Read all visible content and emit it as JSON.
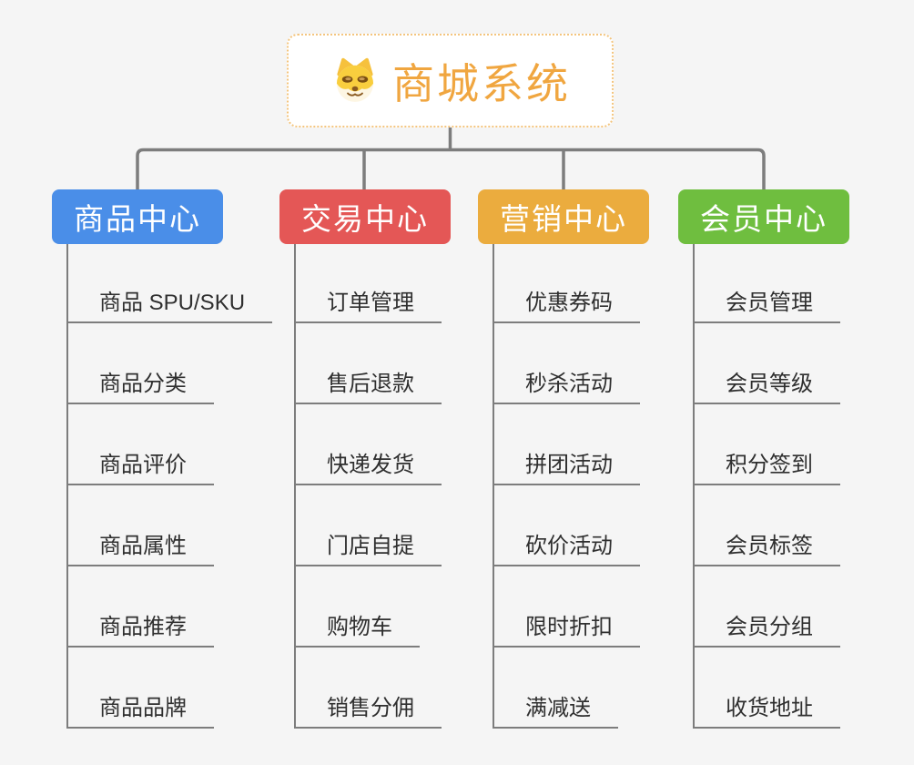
{
  "root": {
    "label": "商城系统",
    "icon": "shiba-dog-icon",
    "text_color": "#F0A640",
    "border_color": "#F4C57E",
    "background": "#FFFFFF"
  },
  "canvas": {
    "background": "#F5F5F5",
    "connector_color": "#7D7D7D",
    "leaf_text_color": "#2F2F2F"
  },
  "branches": [
    {
      "label": "商品中心",
      "color": "#4A8EE8",
      "items": [
        "商品 SPU/SKU",
        "商品分类",
        "商品评价",
        "商品属性",
        "商品推荐",
        "商品品牌"
      ]
    },
    {
      "label": "交易中心",
      "color": "#E45756",
      "items": [
        "订单管理",
        "售后退款",
        "快递发货",
        "门店自提",
        "购物车",
        "销售分佣"
      ]
    },
    {
      "label": "营销中心",
      "color": "#EBAC3E",
      "items": [
        "优惠券码",
        "秒杀活动",
        "拼团活动",
        "砍价活动",
        "限时折扣",
        "满减送"
      ]
    },
    {
      "label": "会员中心",
      "color": "#6FBE3F",
      "items": [
        "会员管理",
        "会员等级",
        "积分签到",
        "会员标签",
        "会员分组",
        "收货地址"
      ]
    }
  ]
}
